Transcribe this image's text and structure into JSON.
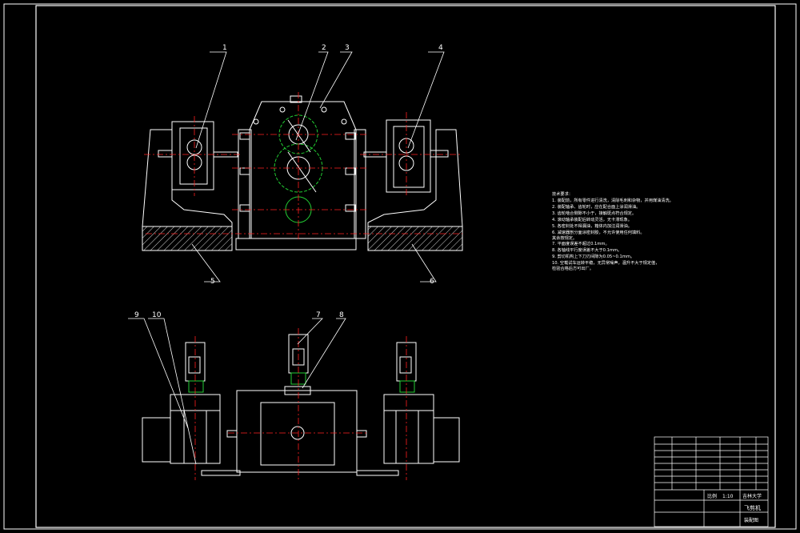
{
  "colors": {
    "background": "#000000",
    "line": "#ffffff",
    "center": "#ff2020",
    "gear": "#22cc33",
    "accent": "#20c0ff"
  },
  "callouts": [
    "1",
    "2",
    "3",
    "4",
    "5",
    "6",
    "7",
    "8",
    "9",
    "10"
  ],
  "tech_requirements": {
    "title": "技术要求：",
    "items": [
      "1. 装配前，所有零件进行清洗，清除毛刺和杂物，并用煤油清洗。",
      "2. 装配轴承、齿轮时，应在配合面上涂润滑油。",
      "3. 齿轮啮合侧隙不小于，接触斑点符合规定。",
      "4. 滚动轴承装配后转动灵活，无卡滞现象。",
      "5. 各密封处不得漏油，箱体内加注润滑油。",
      "6. 减速器剖分面涂密封胶，不允许使用任何填料。",
      "   其余按规定。",
      "7. 平面度误差不超过0.1mm。",
      "8. 各轴线平行度误差不大于0.1mm。",
      "9. 剪切机构上下刀刃间隙为0.05~0.1mm。",
      "10. 空载试车运转平稳，无异常噪声，温升不大于规定值，",
      "    检验合格后方可出厂。"
    ]
  },
  "title_block": {
    "school": "吉林大学",
    "drawing_name": "飞剪机",
    "drawing_subtitle": "装配图",
    "scale_label": "比例",
    "sheet": "1:10"
  }
}
